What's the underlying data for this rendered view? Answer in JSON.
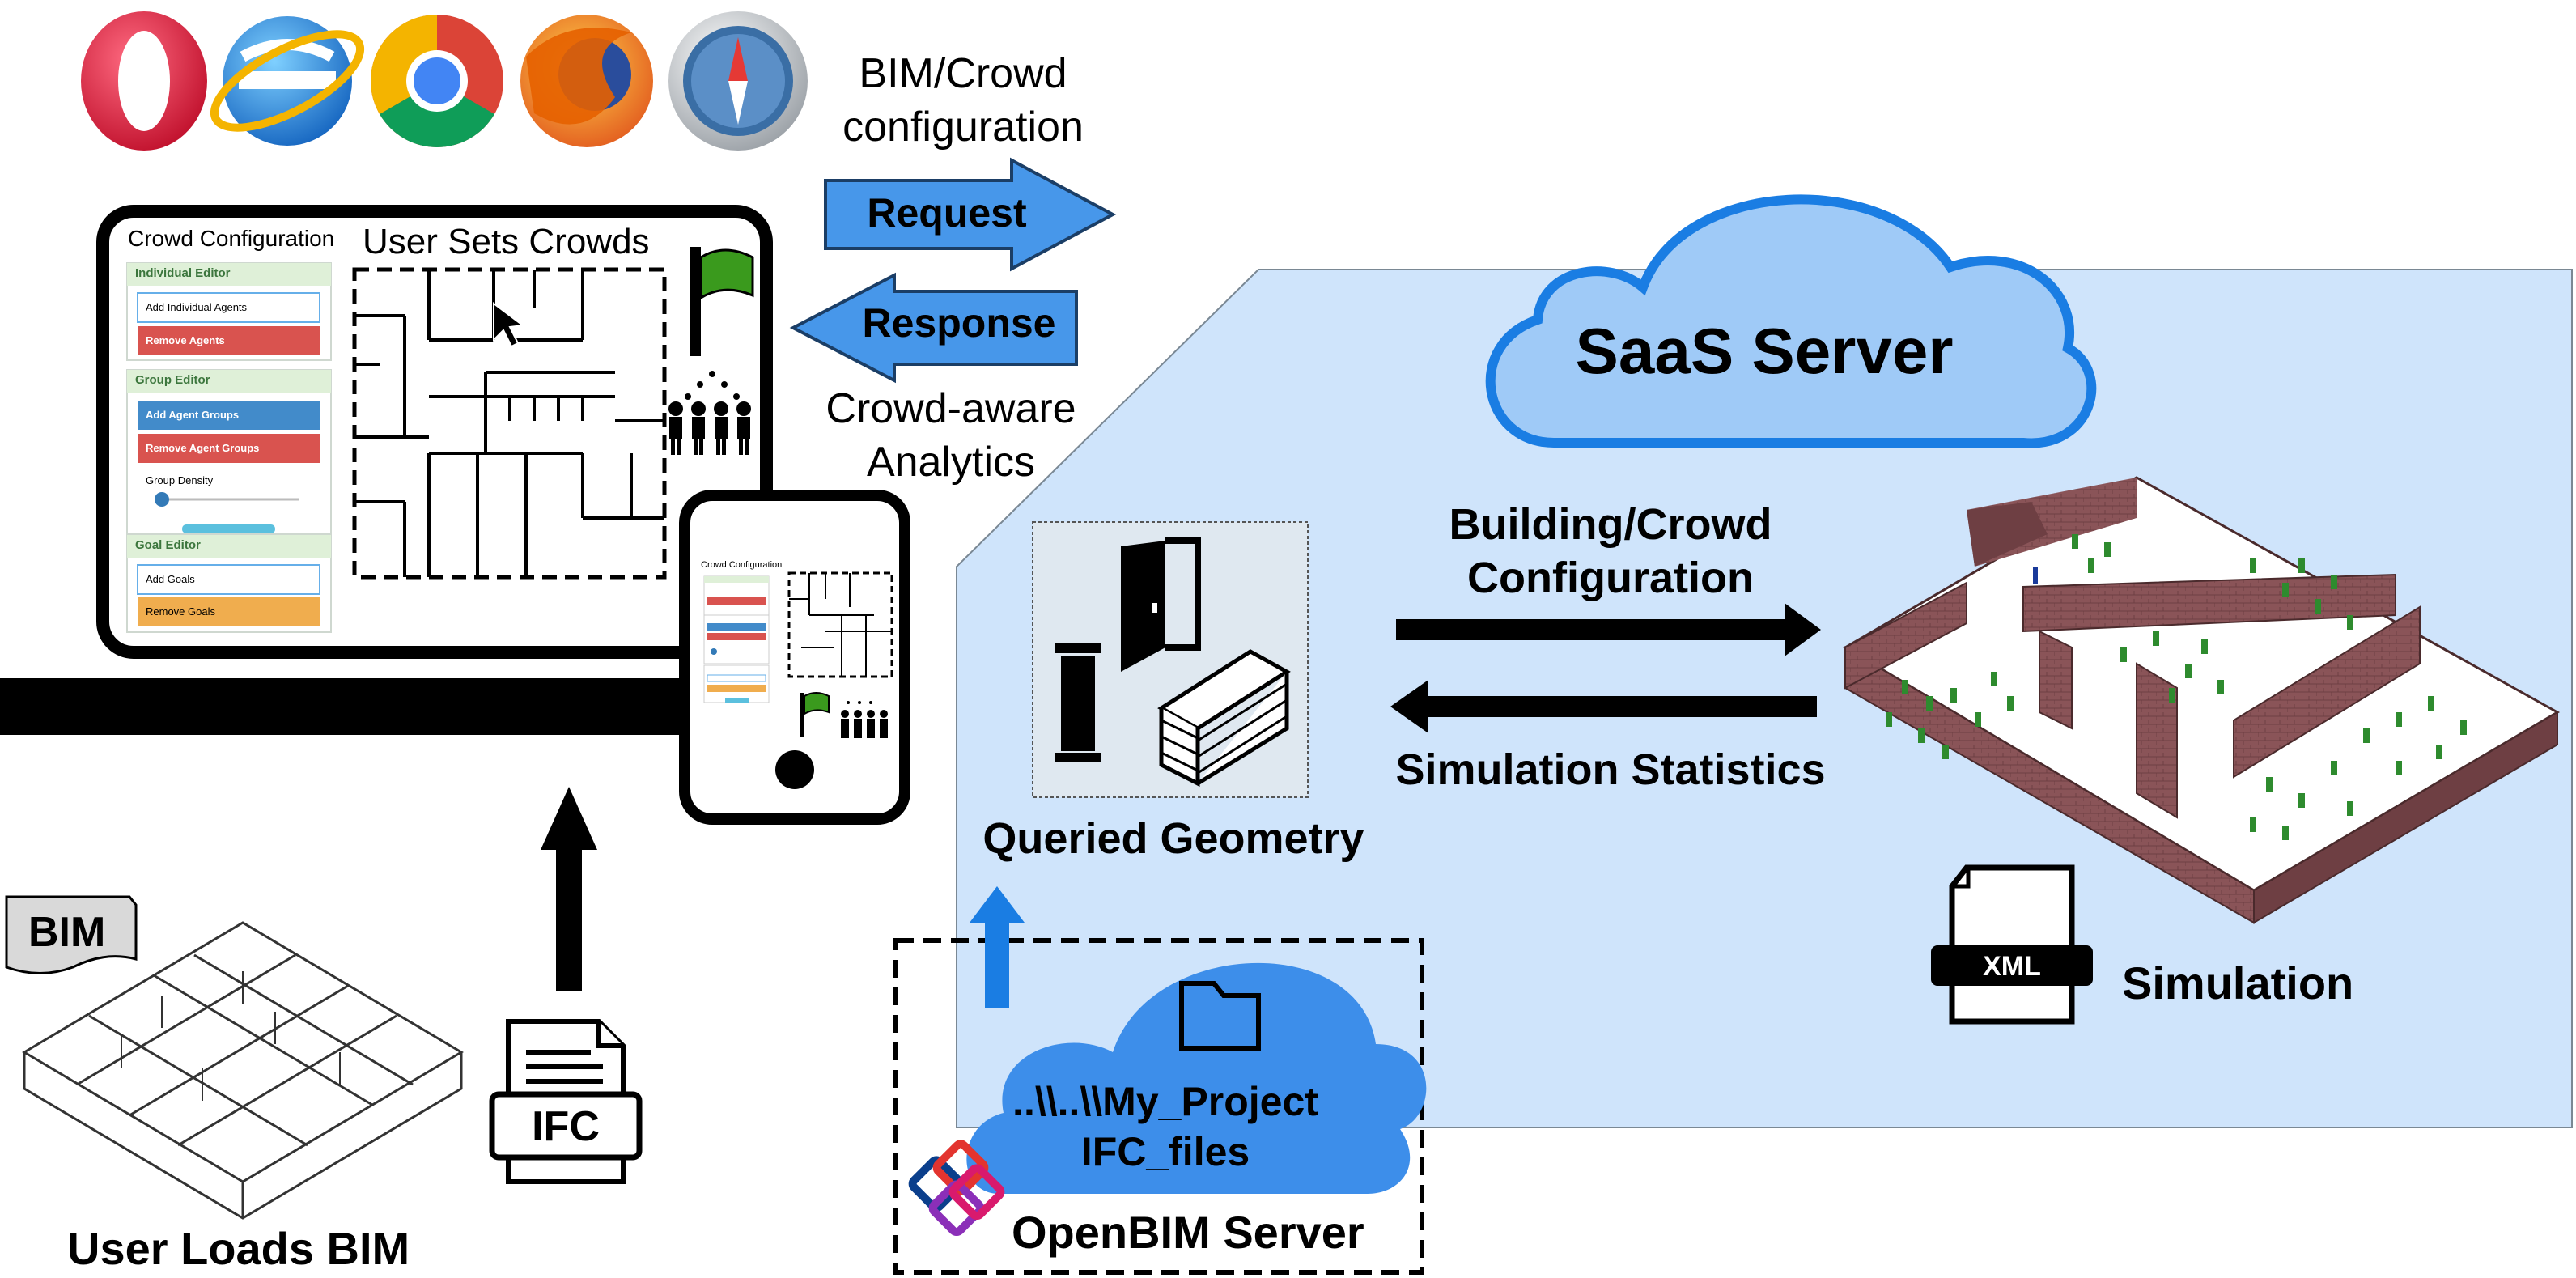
{
  "top_arrows": {
    "request_caption": [
      "BIM/Crowd",
      "configuration"
    ],
    "request_label": "Request",
    "response_label": "Response",
    "response_caption": [
      "Crowd-aware",
      "Analytics"
    ]
  },
  "browsers": [
    "opera-icon",
    "internet-explorer-icon",
    "chrome-icon",
    "firefox-icon",
    "safari-icon"
  ],
  "monitor": {
    "panel_title": "Crowd Configuration",
    "individual_editor": {
      "header": "Individual Editor",
      "add_label": "Add Individual Agents",
      "remove_label": "Remove Agents"
    },
    "group_editor": {
      "header": "Group Editor",
      "add_label": "Add Agent Groups",
      "remove_label": "Remove Agent Groups",
      "density_label": "Group Density"
    },
    "goal_editor": {
      "header": "Goal Editor",
      "add_label": "Add Goals",
      "remove_label": "Remove Goals"
    },
    "canvas_title": "User Sets Crowds"
  },
  "phone": {
    "panel_title": "Crowd Configuration"
  },
  "bim_section": {
    "tag": "BIM",
    "ifc_label": "IFC",
    "caption": "User Loads BIM"
  },
  "saas": {
    "cloud_label": "SaaS Server",
    "queried_geometry": "Queried Geometry",
    "config_label": [
      "Building/Crowd",
      "Configuration"
    ],
    "stats_label": "Simulation Statistics",
    "xml_label": "XML",
    "simulation_label": "Simulation"
  },
  "openbim": {
    "path_line1": "..\\\\..\\\\My_Project",
    "path_line2": "IFC_files",
    "server_label": "OpenBIM Server"
  },
  "colors": {
    "arrow_blue": "#4797ea",
    "saas_panel": "#cfe4fb",
    "saas_cloud_fill": "#9fcaf7",
    "saas_cloud_stroke": "#1a7de3",
    "openbim_cloud": "#3d8eea",
    "wall_brown": "#8a5458",
    "agent_green": "#2e8b2e",
    "editor_header": "#dff0d8",
    "remove_red": "#d9534f",
    "add_blue": "#428bca",
    "goal_orange": "#f0ad4e"
  }
}
